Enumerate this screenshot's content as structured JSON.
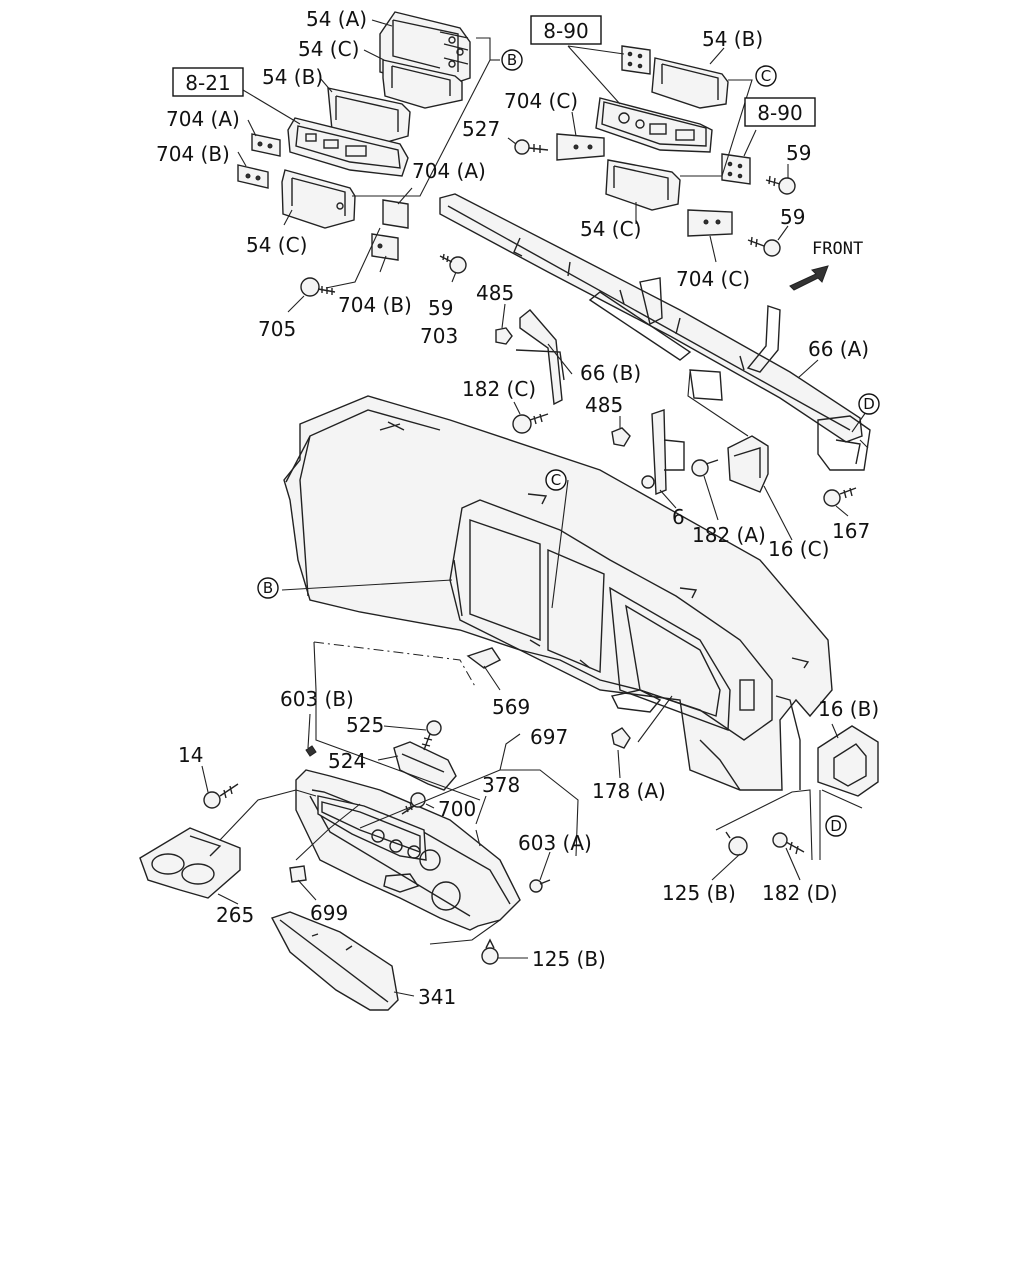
{
  "diagram": {
    "front_label": "FRONT",
    "ref_boxes": [
      "8-21",
      "8-90",
      "8-90"
    ],
    "circled": [
      "B",
      "C",
      "C",
      "B",
      "D",
      "D"
    ],
    "labels": [
      "54 (A)",
      "54 (C)",
      "54 (B)",
      "704 (A)",
      "704 (B)",
      "54 (C)",
      "704 (A)",
      "704 (B)",
      "705",
      "59",
      "703",
      "54 (B)",
      "704 (C)",
      "527",
      "59",
      "54 (C)",
      "59",
      "704 (C)",
      "485",
      "66 (A)",
      "66 (B)",
      "182 (C)",
      "485",
      "6",
      "182 (A)",
      "16 (C)",
      "167",
      "569",
      "16 (B)",
      "603 (B)",
      "525",
      "697",
      "524",
      "14",
      "378",
      "700",
      "603 (A)",
      "178 (A)",
      "125 (B)",
      "182 (D)",
      "265",
      "699",
      "125 (B)",
      "341"
    ]
  }
}
